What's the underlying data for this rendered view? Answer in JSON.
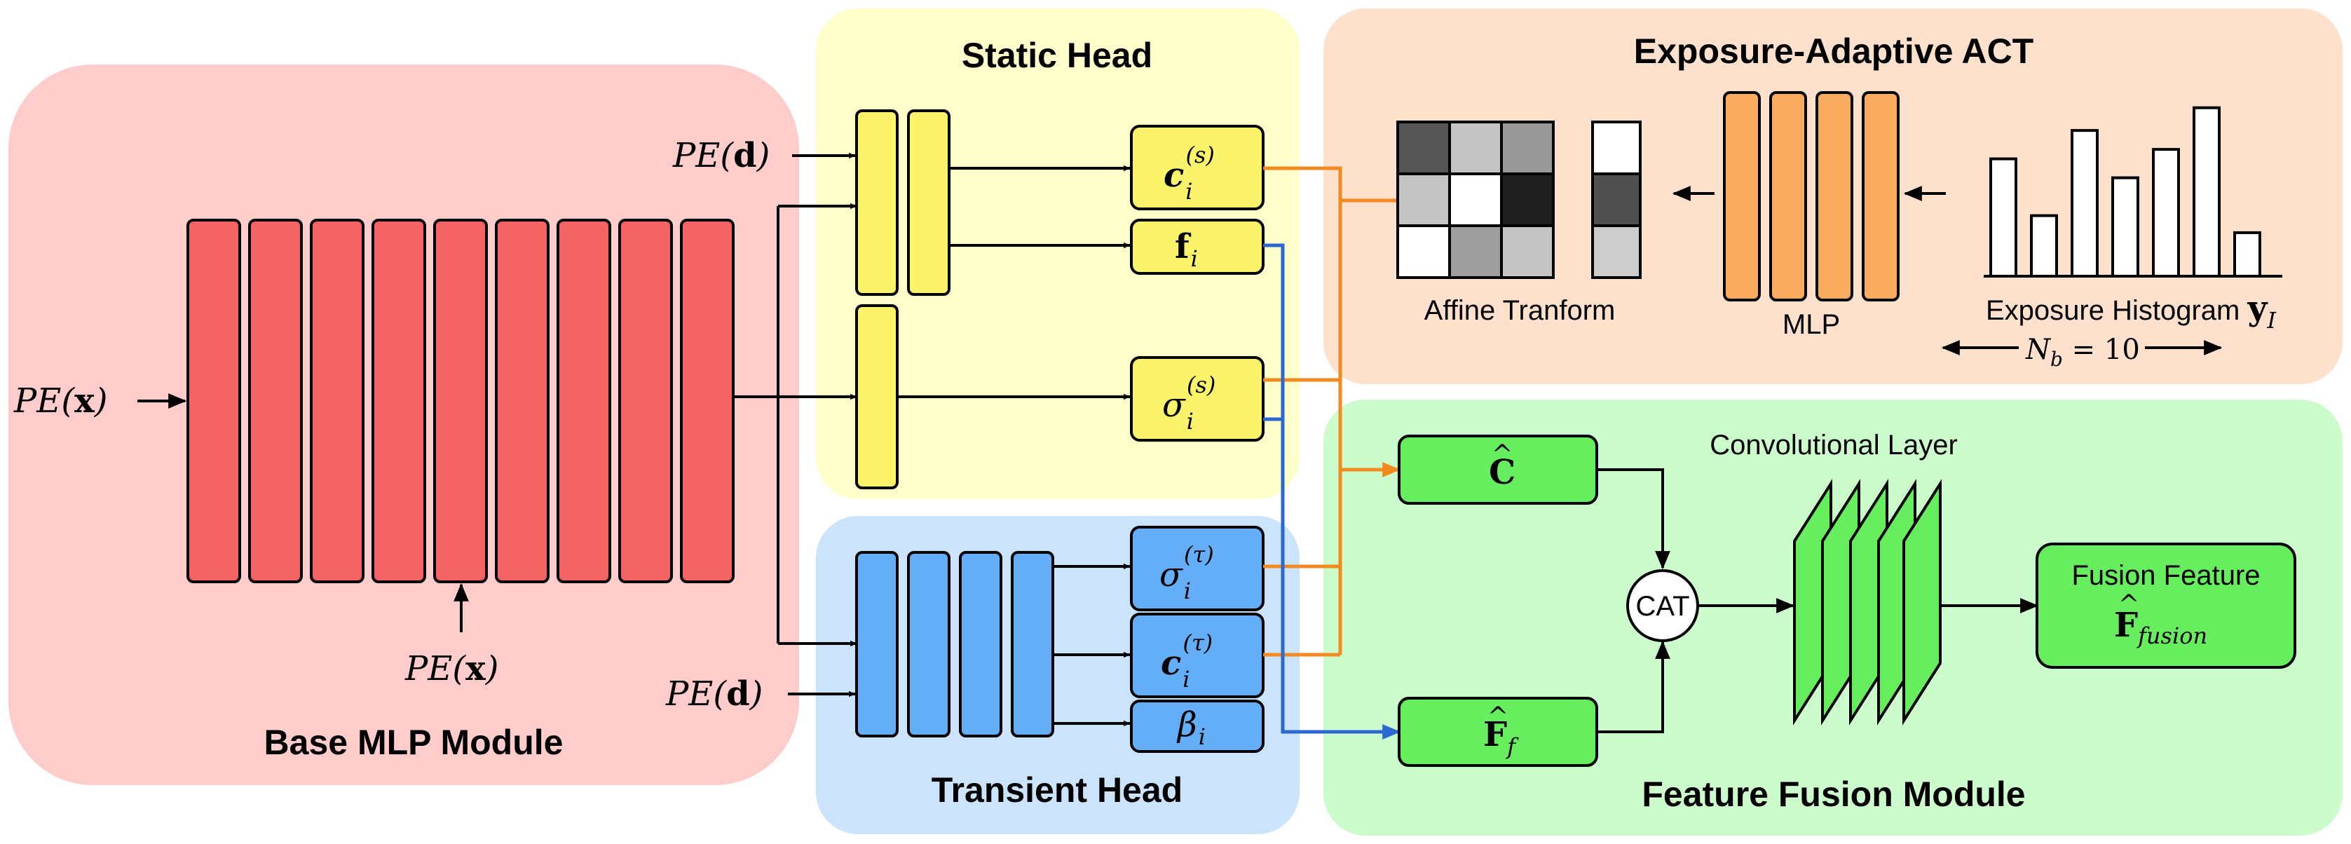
{
  "modules": {
    "base_mlp": "Base MLP Module",
    "static_head": "Static Head",
    "transient_head": "Transient Head",
    "exposure_act": "Exposure-Adaptive ACT",
    "feature_fusion": "Feature Fusion Module"
  },
  "inputs": {
    "pe_x_prefix": "PE(",
    "pe_x_var": "x",
    "pe_d_var": "d",
    "close_paren": ")"
  },
  "outputs": {
    "c_static_base": "c",
    "c_static_sub": "i",
    "c_static_sup": "(s)",
    "f_base": "f",
    "f_sub": "i",
    "sigma_static_base": "σ",
    "sigma_static_sub": "i",
    "sigma_static_sup": "(s)",
    "sigma_trans_base": "σ",
    "sigma_trans_sub": "i",
    "sigma_trans_sup": "(τ)",
    "c_trans_base": "c",
    "c_trans_sub": "i",
    "c_trans_sup": "(τ)",
    "beta_base": "β",
    "beta_sub": "i"
  },
  "act": {
    "affine_label": "Affine Tranform",
    "mlp_label": "MLP",
    "histogram_label": "Exposure Histogram ",
    "histogram_var": "y",
    "histogram_sub": "I",
    "bins_label": "N",
    "bins_sub": "b",
    "bins_value": " = 10",
    "histogram_values": [
      0.62,
      0.32,
      0.77,
      0.52,
      0.67,
      0.89,
      0.23
    ],
    "matrix_gray": [
      [
        "#555555",
        "#c4c4c4",
        "#999999"
      ],
      [
        "#c4c4c4",
        "#ffffff",
        "#1e1e1e"
      ],
      [
        "#ffffff",
        "#9e9e9e",
        "#c4c4c4"
      ]
    ],
    "vector_gray": [
      "#ffffff",
      "#505050",
      "#cccccc"
    ]
  },
  "fusion": {
    "conv_label": "Convolutional Layer",
    "c_hat": "C",
    "f_hat": "F",
    "f_hat_sub": "f",
    "cat_label": "CAT",
    "fusion_title": "Fusion Feature",
    "fusion_var": "F",
    "fusion_sub": "fusion"
  },
  "colors": {
    "base_bg": "#ffcccc",
    "base_block": "#f46464",
    "static_bg": "#ffffcc",
    "static_block": "#fbf36a",
    "transient_bg": "#cce4fb",
    "transient_block": "#64aef8",
    "act_bg": "#fde1cc",
    "act_block": "#f9ac5f",
    "fusion_bg": "#ccfccc",
    "fusion_block": "#66ee5f",
    "orange_line": "#f28a1f",
    "blue_line": "#2b68d1"
  }
}
